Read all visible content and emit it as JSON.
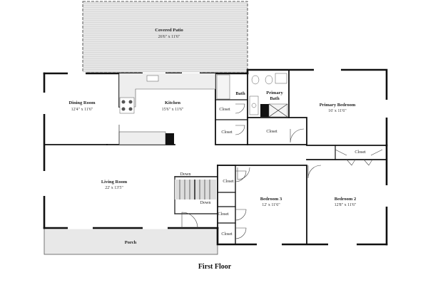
{
  "plan": {
    "title": "First Floor",
    "rooms": {
      "covered_patio": {
        "name": "Covered Patio",
        "dims": "26'6\" x 11'6\""
      },
      "dining_room": {
        "name": "Dining Room",
        "dims": "12'4\" x 11'6\""
      },
      "kitchen": {
        "name": "Kitchen",
        "dims": "15'6\" x 11'6\""
      },
      "bath": {
        "name": "Bath"
      },
      "primary_bath": {
        "name_line1": "Primary",
        "name_line2": "Bath"
      },
      "primary_bedroom": {
        "name": "Primary Bedroom",
        "dims": "16' x 11'6\""
      },
      "living_room": {
        "name": "Living Room",
        "dims": "22' x 13'5\""
      },
      "bedroom_3": {
        "name": "Bedroom 3",
        "dims": "12' x 11'6\""
      },
      "bedroom_2": {
        "name": "Bedroom 2",
        "dims": "12'8\" x 11'6\""
      },
      "porch": {
        "name": "Porch"
      }
    },
    "closets": {
      "bath_closet_1": "Closet",
      "bath_closet_2": "Closet",
      "primary_closet": "Closet",
      "bedroom2_closet": "Closet",
      "hall_closet_1": "Closet",
      "hall_closet_2": "Closet",
      "hall_closet_3": "Closet"
    },
    "stairs": {
      "down_upper": "Down",
      "down_lower": "Down"
    }
  }
}
